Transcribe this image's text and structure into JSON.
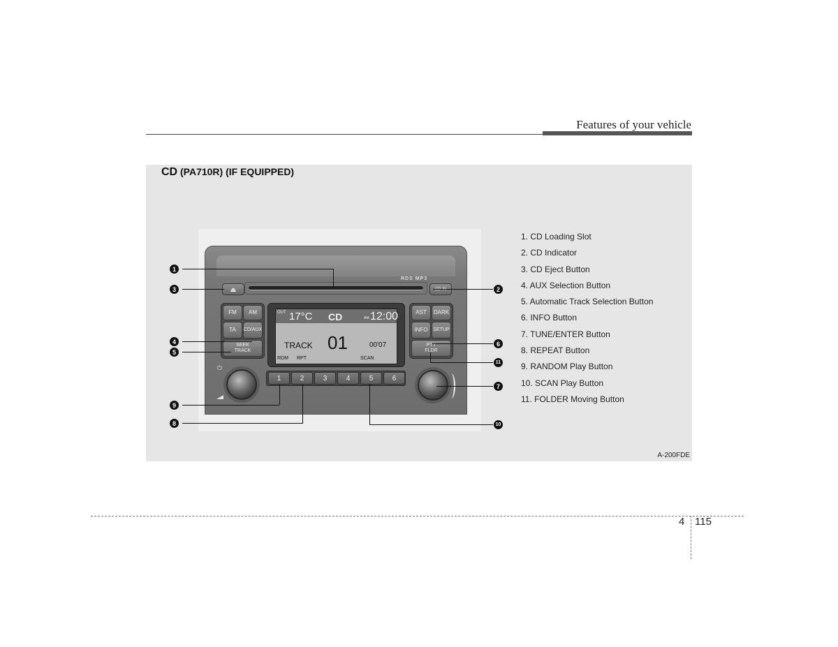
{
  "header": {
    "section_title": "Features of your vehicle"
  },
  "figure": {
    "title_main": "CD",
    "title_rest": "(PA710R) (IF EQUIPPED)",
    "code": "A-200FDE",
    "unit": {
      "logos": "RDS MP3",
      "eject_symbol": "⏏",
      "cd_in_label": "CD-IN",
      "left_pad": {
        "fm": "FM",
        "am": "AM",
        "ta": "TA",
        "cd_aux": "CD/AUX",
        "seek_track": "SEEK TRACK"
      },
      "right_pad": {
        "ast": "AST",
        "dark": "DARK",
        "info": "INFO",
        "setup": "SETUP",
        "pty_fldr": "PTY FLDR"
      },
      "display": {
        "out": "OUT",
        "temperature": "17°C",
        "mode": "CD",
        "am_marker": "AM",
        "clock": "12:00",
        "track_label": "TRACK",
        "track_number": "01",
        "elapsed": "00'07",
        "rdm": "RDM",
        "rpt": "RPT",
        "scan": "SCAN"
      },
      "presets": [
        "1",
        "2",
        "3",
        "4",
        "5",
        "6"
      ]
    },
    "callouts": [
      "1",
      "2",
      "3",
      "4",
      "5",
      "6",
      "7",
      "8",
      "9",
      "10",
      "11"
    ],
    "legend": [
      "1. CD Loading Slot",
      "2. CD Indicator",
      "3. CD Eject Button",
      "4. AUX Selection Button",
      "5. Automatic Track Selection Button",
      "6. INFO Button",
      "7. TUNE/ENTER Button",
      "8. REPEAT Button",
      "9. RANDOM Play Button",
      "10. SCAN Play Button",
      "11. FOLDER Moving Button"
    ]
  },
  "footer": {
    "chapter": "4",
    "page": "115"
  }
}
